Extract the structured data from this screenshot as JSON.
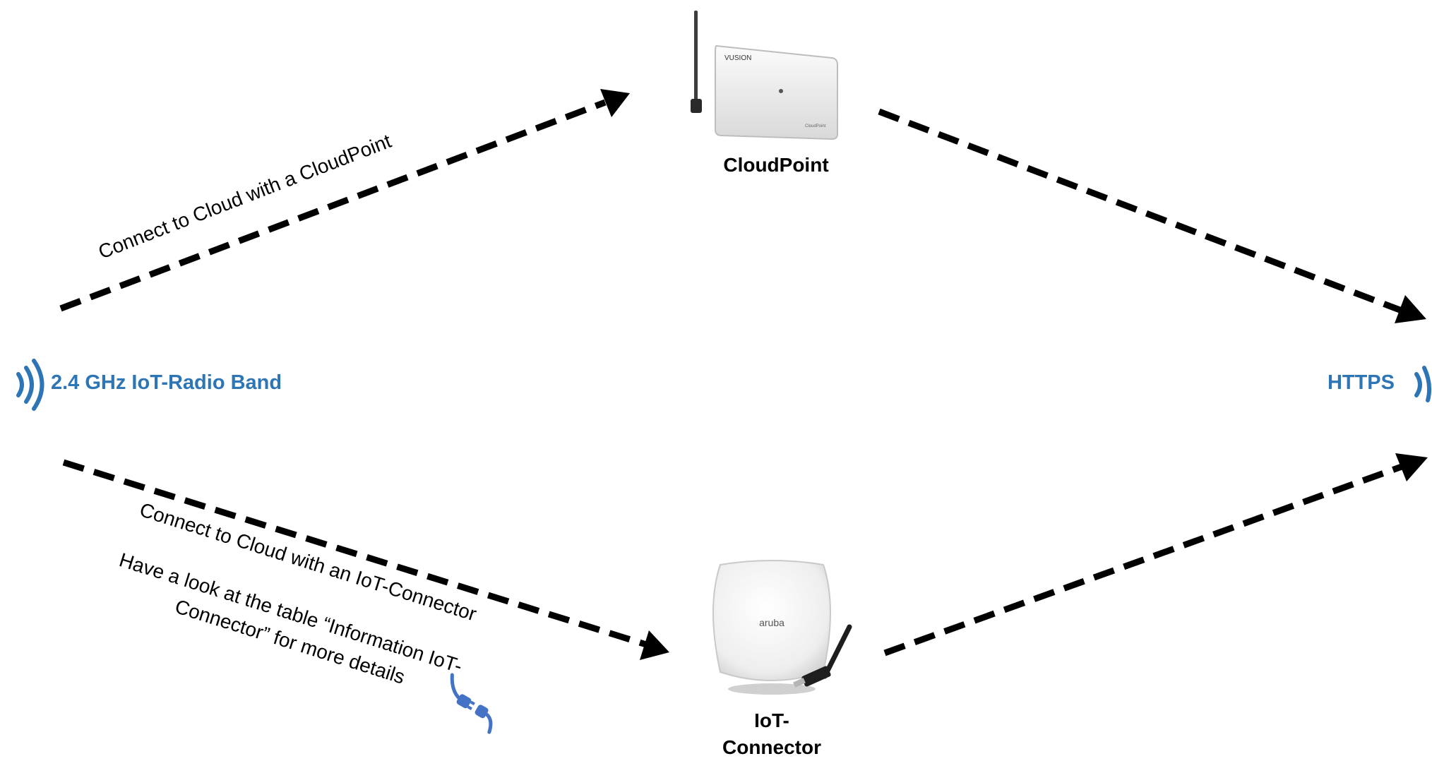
{
  "diagram": {
    "nodes": {
      "cloudpoint": {
        "label": "CloudPoint",
        "device_brand": "VUSION",
        "device_footer": "CloudPoint",
        "icon": "cloudpoint-router-icon"
      },
      "iot_connector": {
        "label_line1": "IoT-",
        "label_line2": "Connector",
        "device_brand": "aruba",
        "icon": "access-point-icon"
      },
      "radio_band": {
        "label": "2.4 GHz IoT-Radio Band",
        "icon": "wireless-signal-icon"
      },
      "https": {
        "label": "HTTPS",
        "icon": "wireless-signal-icon"
      }
    },
    "edges": {
      "to_cloudpoint": {
        "label": "Connect to Cloud with a CloudPoint"
      },
      "to_iot_connector": {
        "label": "Connect to Cloud with an IoT-Connector",
        "note_line1": "Have a look at the table “Information IoT-",
        "note_line2": "Connector” for more details",
        "note_icon": "plug-icon"
      }
    },
    "colors": {
      "accent_blue": "#2e75b6",
      "arrow": "#000000",
      "plug_blue": "#4472c4"
    }
  }
}
